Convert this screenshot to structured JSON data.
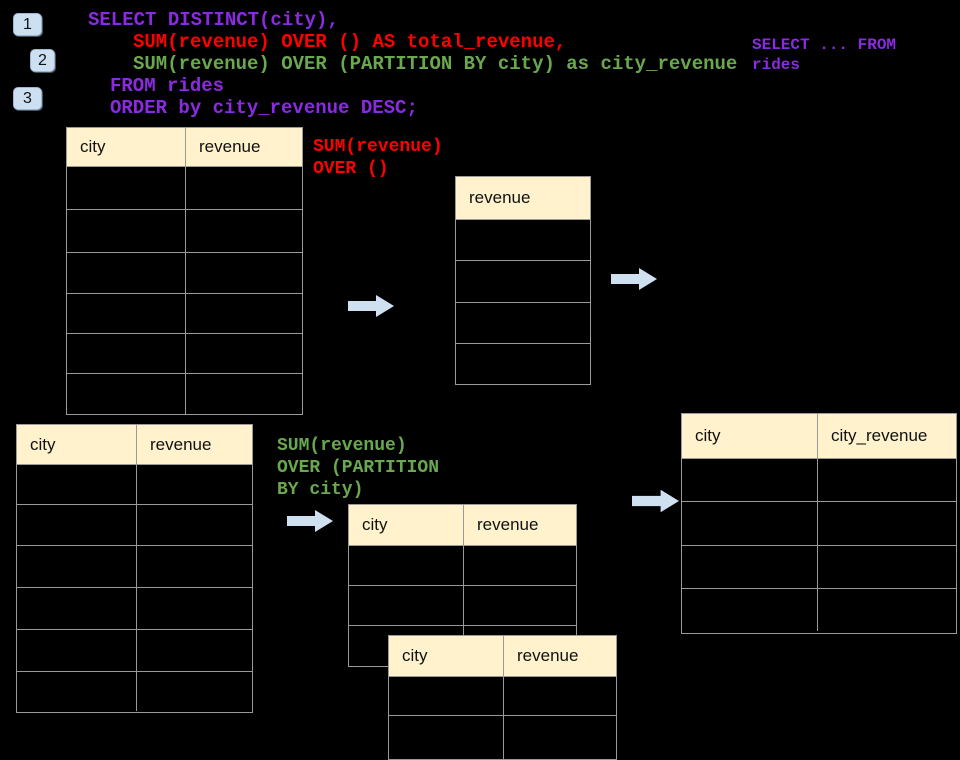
{
  "colors": {
    "background": "#000000",
    "sql_purple": "#8A2BE2",
    "sql_red": "#FF0000",
    "sql_green": "#6AA84F",
    "table_header_bg": "#FFF2CC",
    "table_border": "#9A9A9A",
    "arrow_blue": "#CFE0F1",
    "badge_blue": "#CDE0F2"
  },
  "badges": {
    "one": "1",
    "two": "2",
    "three": "3"
  },
  "sql": {
    "line1": "SELECT DISTINCT(city),",
    "line2": "SUM(revenue) OVER () AS total_revenue,",
    "line3": "SUM(revenue) OVER (PARTITION BY city) as city_revenue",
    "line4": "FROM rides",
    "line5": "ORDER by city_revenue DESC;"
  },
  "snippet": {
    "line1": "SELECT ... FROM",
    "line2": "rides"
  },
  "labels": {
    "total_window": {
      "line1": "SUM(revenue)",
      "line2": "OVER ()"
    },
    "partition_window": {
      "line1": "SUM(revenue)",
      "line2": "OVER (PARTITION",
      "line3": "BY city)"
    }
  },
  "tables": {
    "source_top": {
      "col1": "city",
      "col2": "revenue"
    },
    "total_result": {
      "col1": "revenue"
    },
    "source_bottom": {
      "col1": "city",
      "col2": "revenue"
    },
    "partition_back": {
      "col1": "city",
      "col2": "revenue"
    },
    "partition_front": {
      "col1": "city",
      "col2": "revenue"
    },
    "final_result": {
      "col1": "city",
      "col2": "city_revenue"
    }
  }
}
